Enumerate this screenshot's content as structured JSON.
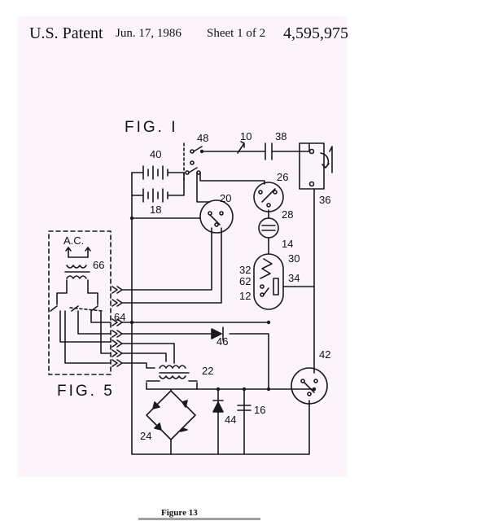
{
  "header": {
    "office": "U.S. Patent",
    "date": "Jun. 17, 1986",
    "sheet": "Sheet 1 of 2",
    "patent_number": "4,595,975"
  },
  "figures": {
    "fig1": "FIG. I",
    "fig5": "FIG. 5"
  },
  "labels": {
    "ac": "A.C.",
    "n10": "10",
    "n12": "12",
    "n14": "14",
    "n16": "16",
    "n18": "18",
    "n20": "20",
    "n22": "22",
    "n24": "24",
    "n26": "26",
    "n28": "28",
    "n30": "30",
    "n32": "32",
    "n34": "34",
    "n36": "36",
    "n38": "38",
    "n40": "40",
    "n42": "42",
    "n44": "44",
    "n46": "46",
    "n48": "48",
    "n62": "62",
    "n64": "64",
    "n66": "66"
  },
  "caption": "Figure 13"
}
